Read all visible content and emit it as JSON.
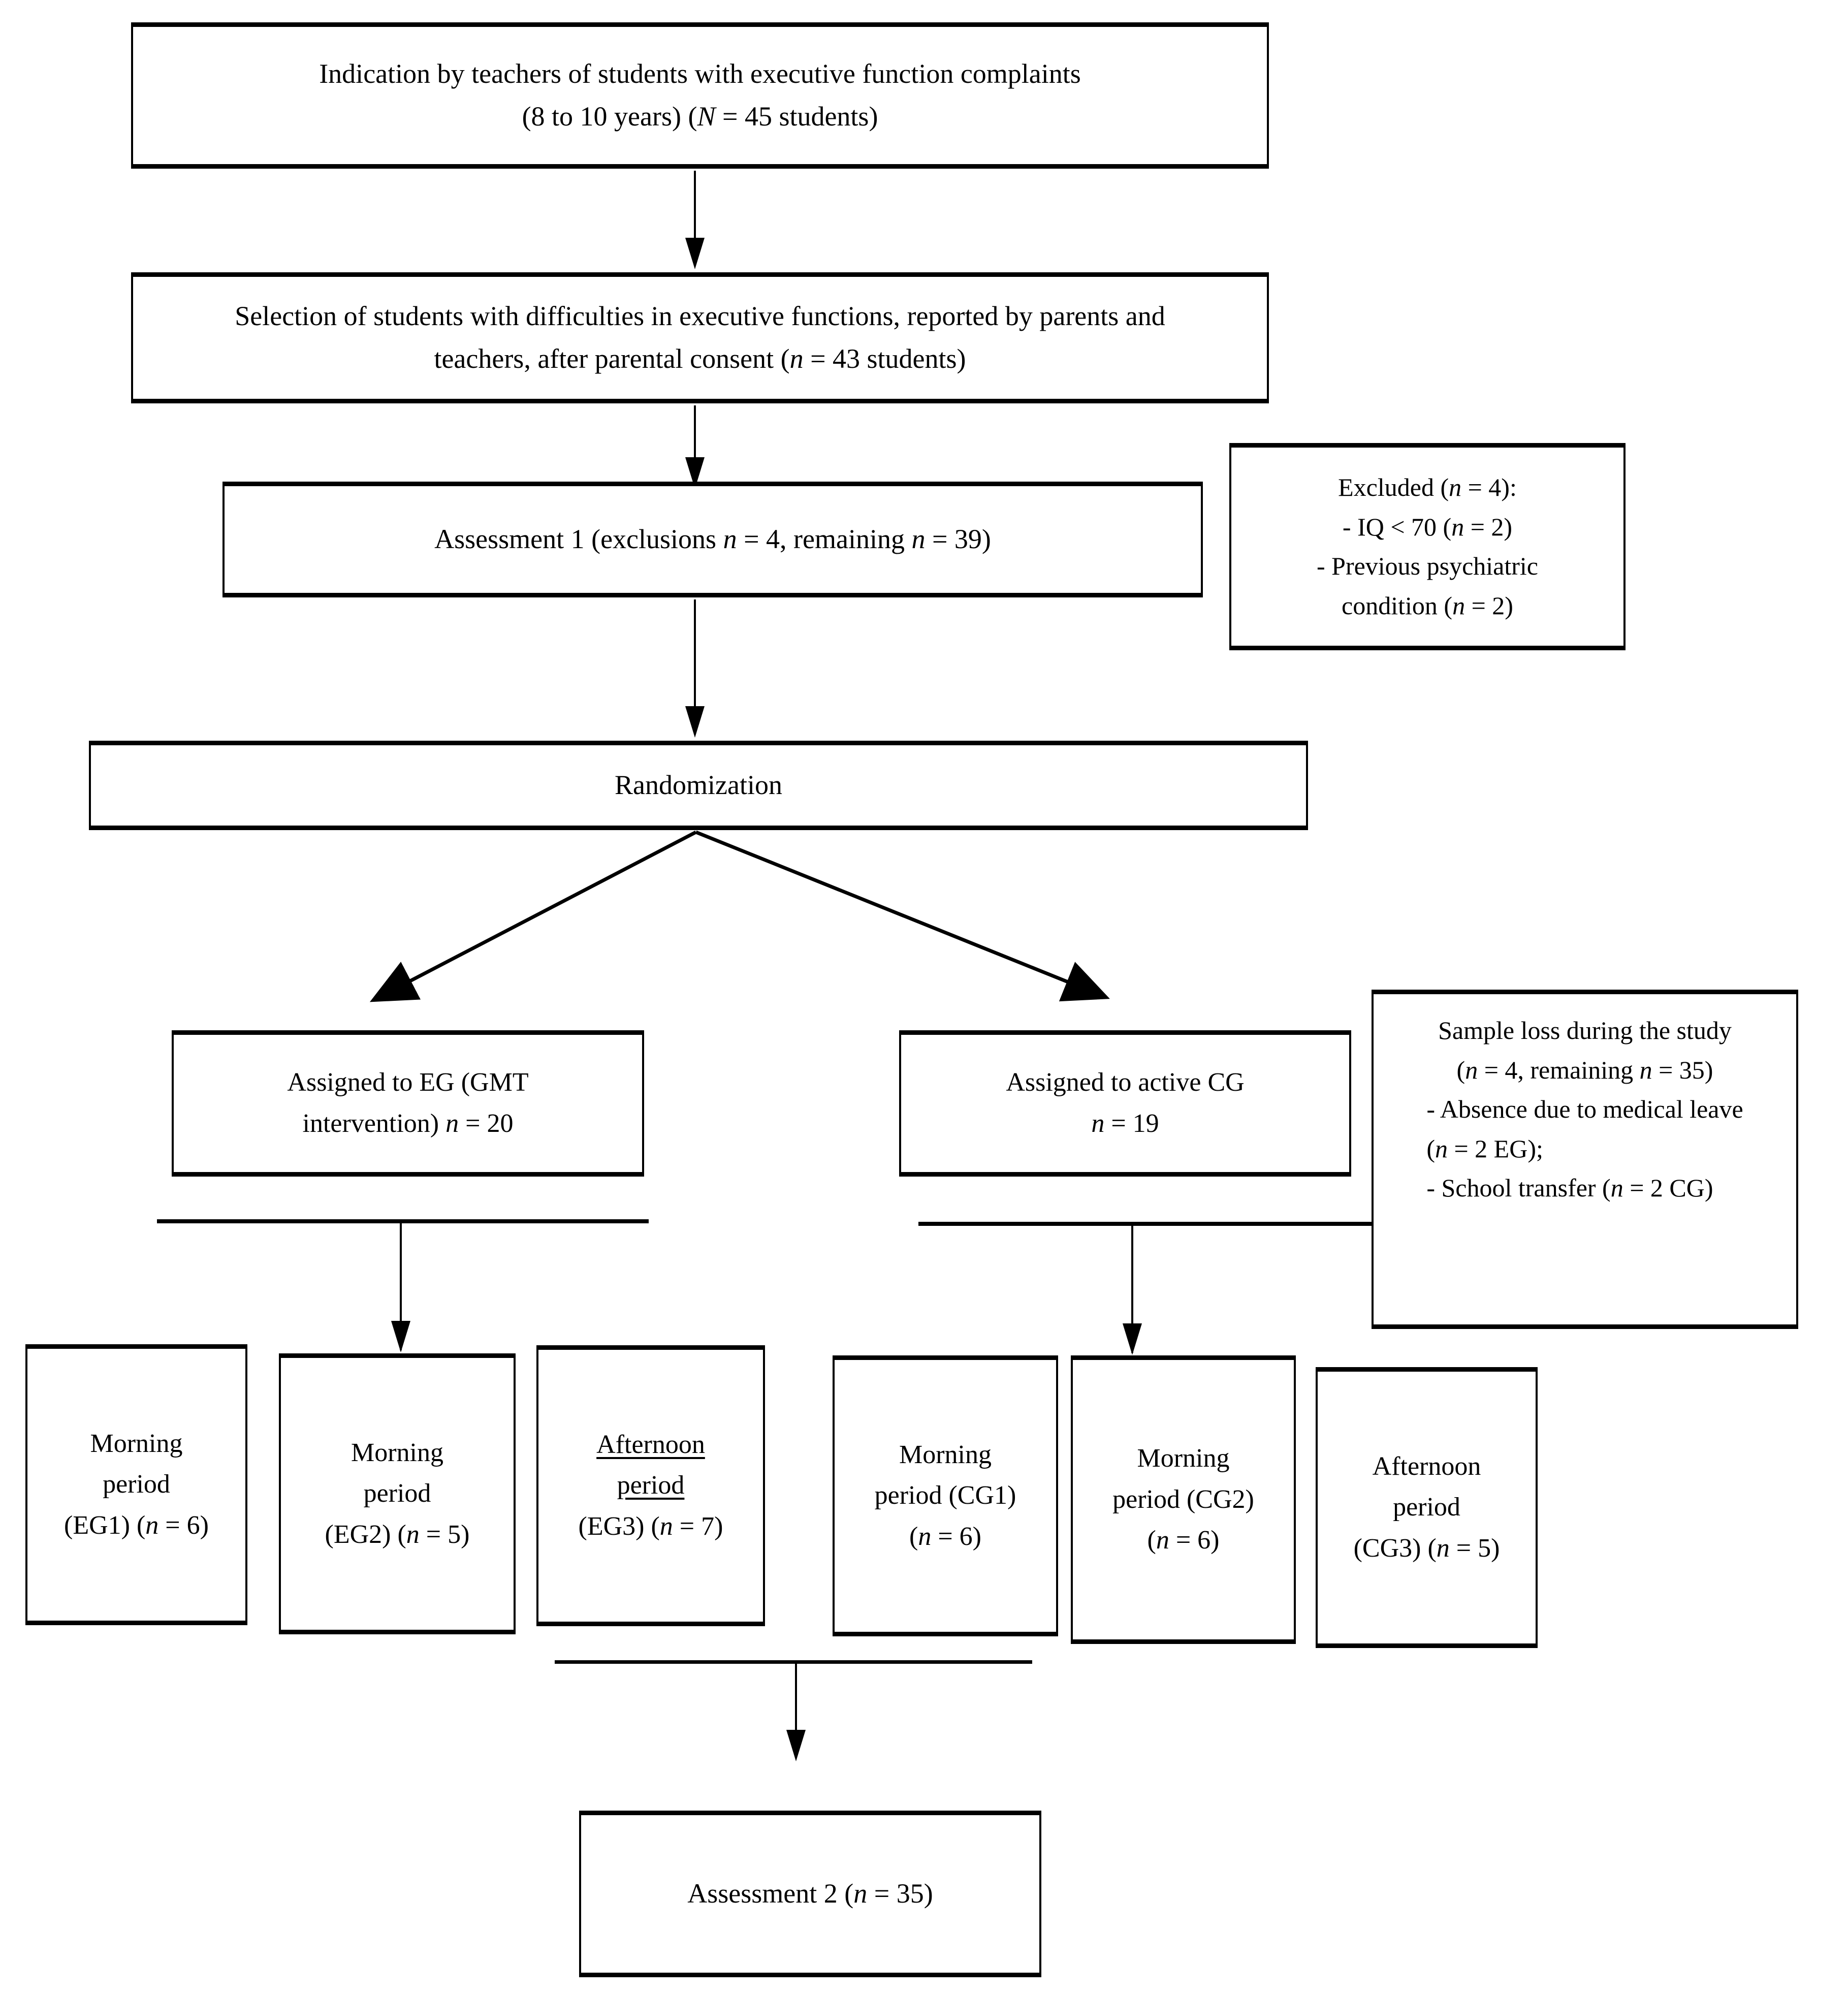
{
  "diagram": {
    "type": "flowchart",
    "title": "CONSORT-style participant flow diagram",
    "nodes": {
      "indication": {
        "line1": "Indication by teachers of students with executive function complaints",
        "line2_a": "(8 to 10 years) (",
        "line2_n": "N",
        "line2_b": " = 45 students)"
      },
      "selection": {
        "line1": "Selection of students with difficulties in executive functions, reported by parents and",
        "line2_a": "teachers, after parental consent (",
        "line2_n": "n",
        "line2_b": " = 43 students)"
      },
      "assessment1": {
        "a": "Assessment 1 (exclusions ",
        "n1": "n",
        "b": " = 4, remaining ",
        "n2": "n",
        "c": " = 39)"
      },
      "excluded": {
        "l1_a": "Excluded (",
        "l1_n": "n",
        "l1_b": " = 4):",
        "l2_a": "- IQ < 70 (",
        "l2_n": "n",
        "l2_b": " = 2)",
        "l3": "- Previous psychiatric",
        "l4_a": "condition (",
        "l4_n": "n",
        "l4_b": " = 2)"
      },
      "randomization": {
        "label": "Randomization"
      },
      "assigned_eg": {
        "l1": "Assigned to EG (GMT",
        "l2_a": "intervention) ",
        "l2_n": "n",
        "l2_b": " = 20"
      },
      "assigned_cg": {
        "l1": "Assigned to active CG",
        "l2_n": "n",
        "l2_b": " = 19"
      },
      "sample_loss": {
        "l1": "Sample loss during the study",
        "l2_a": "(",
        "l2_n1": "n",
        "l2_b": " = 4, remaining ",
        "l2_n2": "n",
        "l2_c": " = 35)",
        "l3": "- Absence due to medical leave",
        "l4_a": "(",
        "l4_n": "n",
        "l4_b": " = 2 EG);",
        "l5_a": "- School transfer (",
        "l5_n": "n",
        "l5_b": " = 2 CG)"
      },
      "eg1": {
        "l1": "Morning",
        "l2": "period",
        "l3_a": "(EG1) (",
        "l3_n": "n",
        "l3_b": " = 6)"
      },
      "eg2": {
        "l1": "Morning",
        "l2": "period",
        "l3_a": "(EG2) (",
        "l3_n": "n",
        "l3_b": " = 5)"
      },
      "eg3": {
        "l1": "Afternoon",
        "l2": "period",
        "l3_a": "(EG3) (",
        "l3_n": "n",
        "l3_b": " = 7)"
      },
      "cg1": {
        "l1": "Morning",
        "l2": "period (CG1)",
        "l3_a": "(",
        "l3_n": "n",
        "l3_b": " = 6)"
      },
      "cg2": {
        "l1": "Morning",
        "l2": "period (CG2)",
        "l3_a": "(",
        "l3_n": "n",
        "l3_b": " = 6)"
      },
      "cg3": {
        "l1": "Afternoon",
        "l2": "period",
        "l3_a": "(CG3) (",
        "l3_n": "n",
        "l3_b": " = 5)"
      },
      "assessment2": {
        "a": "Assessment 2 (",
        "n": "n",
        "b": " = 35)"
      }
    },
    "counts": {
      "N_indicated": 45,
      "n_selected": 43,
      "n_excluded_assessment1": 4,
      "n_remaining_assessment1": 39,
      "n_excluded_total": 4,
      "n_iq_below_70": 2,
      "n_previous_psychiatric": 2,
      "n_assigned_eg": 20,
      "n_assigned_cg": 19,
      "n_sample_loss": 4,
      "n_remaining_after_loss": 35,
      "n_medical_leave_eg": 2,
      "n_school_transfer_cg": 2,
      "n_eg1": 6,
      "n_eg2": 5,
      "n_eg3": 7,
      "n_cg1": 6,
      "n_cg2": 6,
      "n_cg3": 5,
      "n_assessment2": 35
    },
    "colors": {
      "stroke": "#000000",
      "background": "#ffffff",
      "text": "#000000"
    }
  }
}
